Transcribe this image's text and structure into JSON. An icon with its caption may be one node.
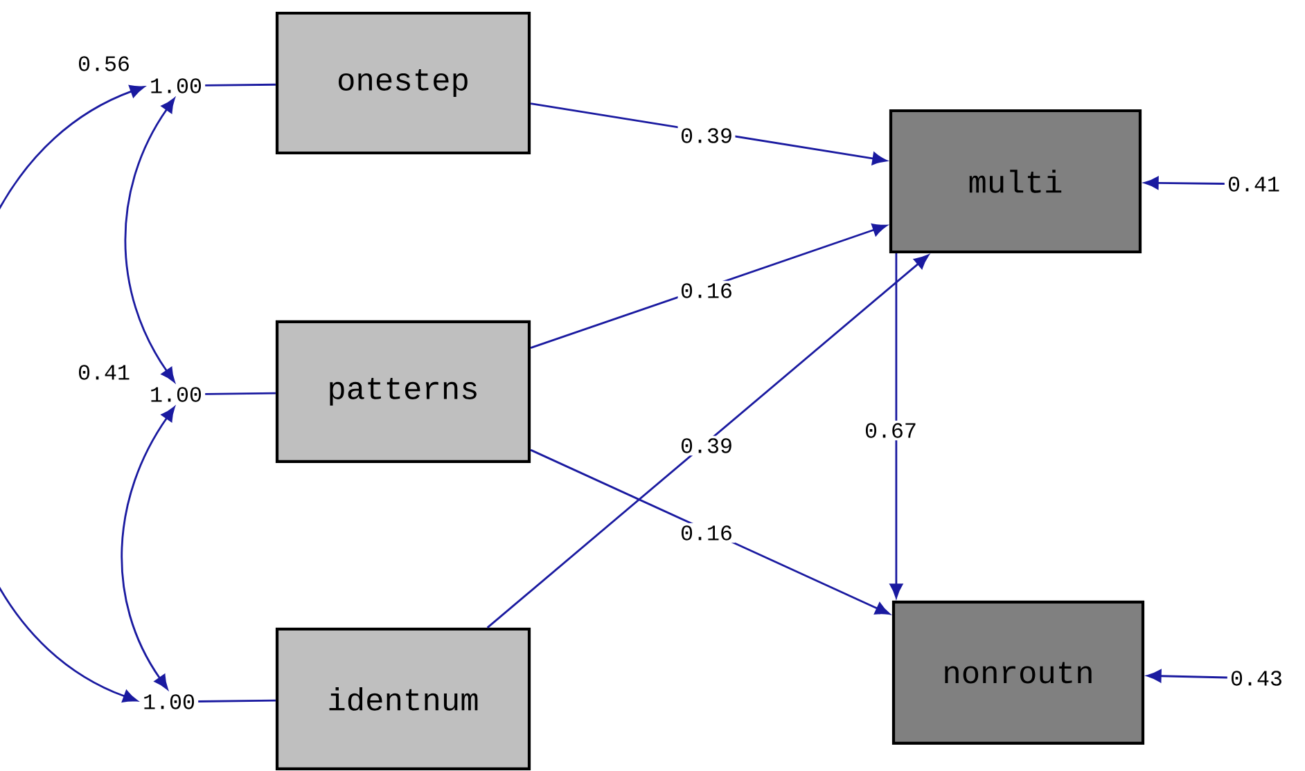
{
  "diagram": {
    "nodes": [
      {
        "text": [
          "onestep"
        ]
      },
      {
        "text": [
          "patterns"
        ]
      },
      {
        "text": [
          "identnum"
        ]
      },
      {
        "text": [
          "multi"
        ]
      },
      {
        "text": [
          "nonroutn"
        ]
      },
      {
        "text": [
          "1.00"
        ]
      },
      {
        "text": [
          "1.00"
        ]
      },
      {
        "text": [
          "1.00"
        ]
      },
      {
        "text": [
          "0.41"
        ]
      },
      {
        "text": [
          "0.43"
        ]
      }
    ],
    "edges": [
      {
        "from": 5,
        "to": 0,
        "arrow": "none"
      },
      {
        "from": 6,
        "to": 1,
        "arrow": "none"
      },
      {
        "from": 7,
        "to": 2,
        "arrow": "none"
      },
      {
        "from": 5,
        "to": 6,
        "arrow": "both"
      },
      {
        "from": 5,
        "to": 7,
        "arrow": "both"
      },
      {
        "from": 6,
        "to": 7,
        "arrow": "both"
      },
      {
        "from": 0,
        "to": 3,
        "arrow": "to",
        "label": "0.39"
      },
      {
        "from": 1,
        "to": 3,
        "arrow": "to",
        "label": "0.16"
      },
      {
        "from": 1,
        "to": 4,
        "arrow": "to",
        "label": "0.16"
      },
      {
        "from": 2,
        "to": 3,
        "arrow": "to",
        "label": "0.39"
      },
      {
        "from": 3,
        "to": 4,
        "arrow": "to",
        "label": "0.67"
      },
      {
        "from": 8,
        "to": 3,
        "arrow": "to"
      },
      {
        "from": 9,
        "to": 4,
        "arrow": "to"
      }
    ],
    "labels": [
      "0.56",
      "0.41"
    ]
  }
}
